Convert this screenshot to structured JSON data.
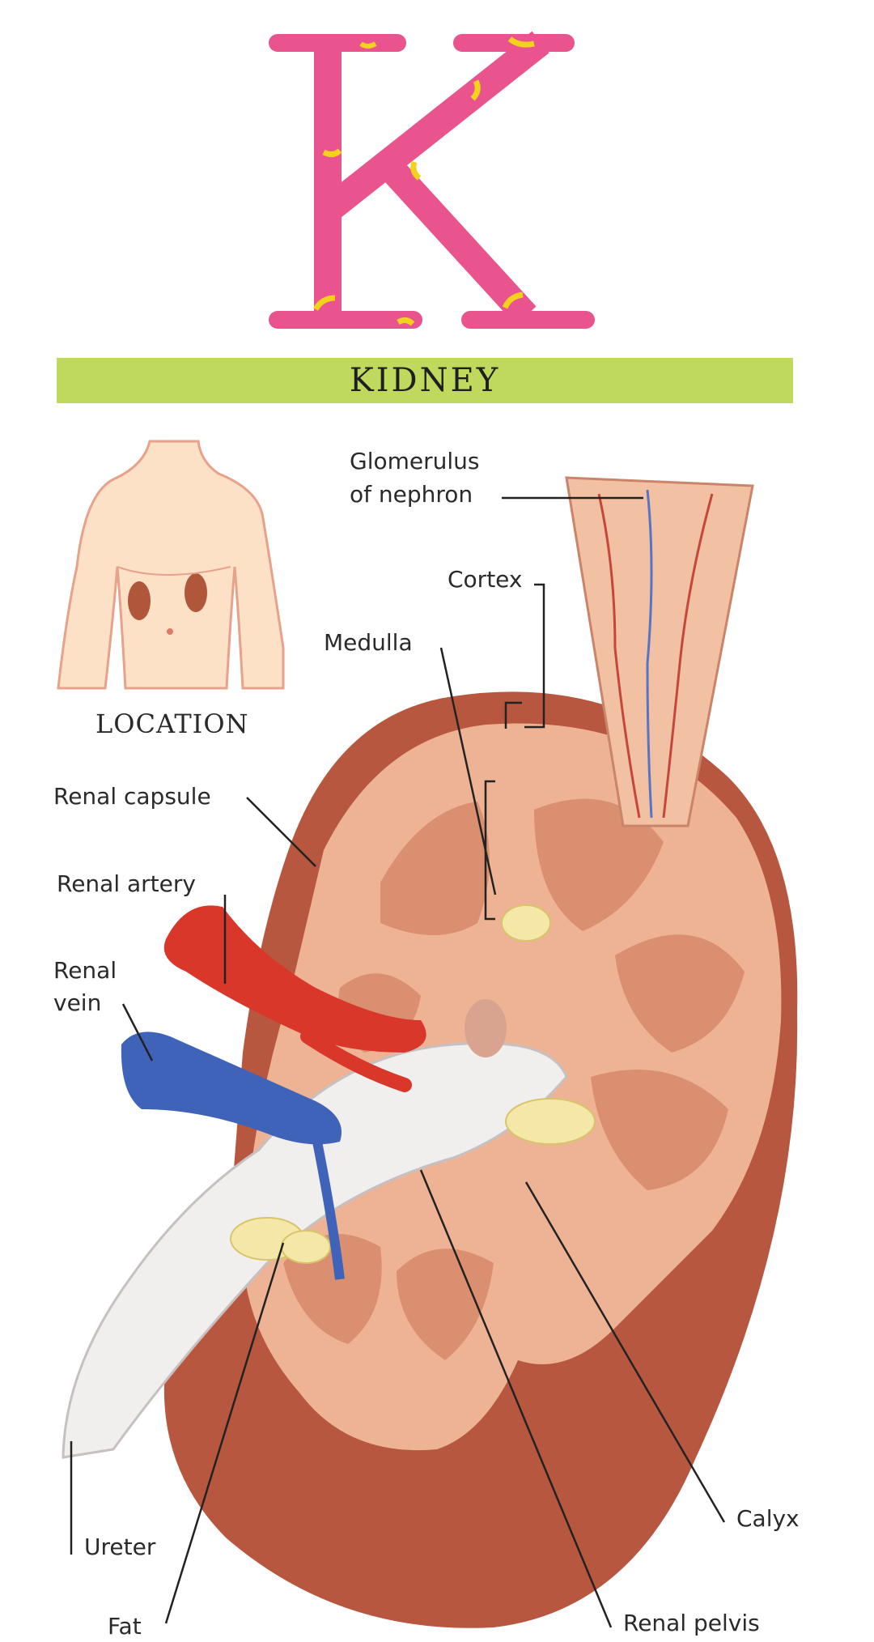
{
  "header": {
    "letter": "K",
    "title": "KIDNEY"
  },
  "inset": {
    "caption": "LOCATION"
  },
  "labels": {
    "glomerulus": [
      "Glomerulus",
      "of nephron"
    ],
    "cortex": "Cortex",
    "medulla": "Medulla",
    "renal_capsule": "Renal capsule",
    "renal_artery": "Renal artery",
    "renal_vein": [
      "Renal",
      "vein"
    ],
    "ureter": "Ureter",
    "fat": "Fat",
    "calyx": "Calyx",
    "renal_pelvis": "Renal pelvis"
  },
  "colors": {
    "letter": "#e9548e",
    "letter_spots": "#f2d21b",
    "banner": "#bfd85e",
    "kidney_outer": "#b8573f",
    "kidney_tissue": "#eeb394",
    "pelvis": "#f1eeee",
    "artery": "#d9372a",
    "vein": "#3f63b8",
    "fat": "#f5e7a8",
    "skin": "#fde1c6"
  }
}
